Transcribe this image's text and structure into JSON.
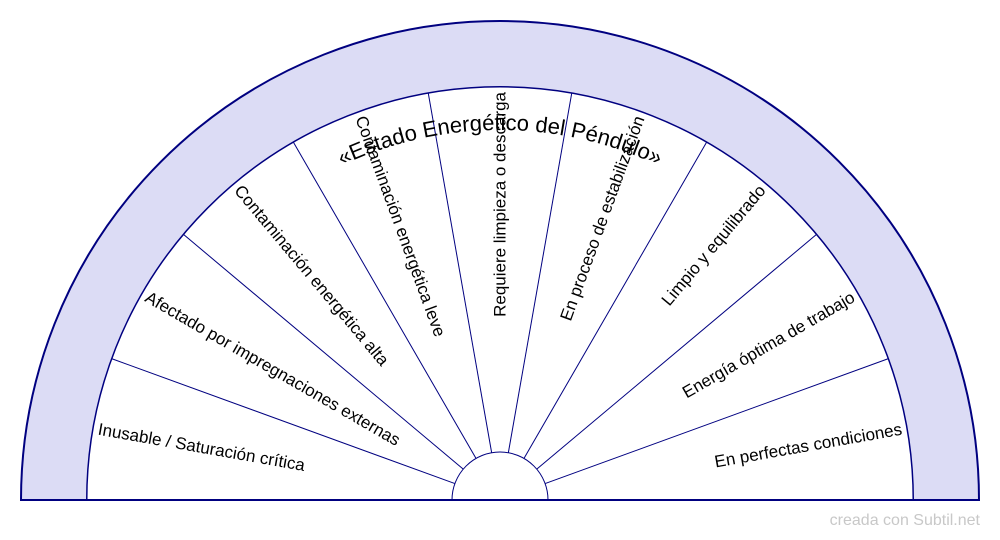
{
  "title": "«Estado Energético del Péndulo»",
  "sectors": [
    "Inusable / Saturación crítica",
    "Afectado por impregnaciones externas",
    "Contaminación energética alta",
    "Contaminación energética leve",
    "Requiere limpieza o descarga",
    "En proceso de estabilización",
    "Limpio y equilibrado",
    "Energía óptima de trabajo",
    "En perfectas condiciones"
  ],
  "credit": "creada con Subtil.net",
  "colors": {
    "ring_fill": "#dcdcf5",
    "stroke": "#000080",
    "background": "#ffffff",
    "text": "#000000",
    "credit": "#c8c8c8"
  }
}
